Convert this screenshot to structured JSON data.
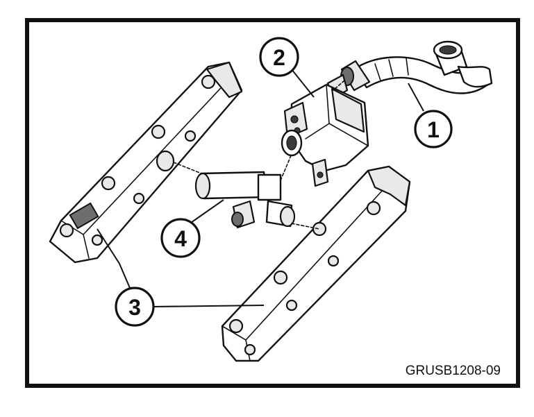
{
  "figure": {
    "code": "GRUSB1208-09"
  },
  "callouts": [
    {
      "id": "callout-1",
      "number": "1"
    },
    {
      "id": "callout-2",
      "number": "2"
    },
    {
      "id": "callout-3",
      "number": "3"
    },
    {
      "id": "callout-4",
      "number": "4"
    }
  ],
  "colors": {
    "frame": "#111111",
    "background": "#ffffff",
    "line": "#111111"
  }
}
